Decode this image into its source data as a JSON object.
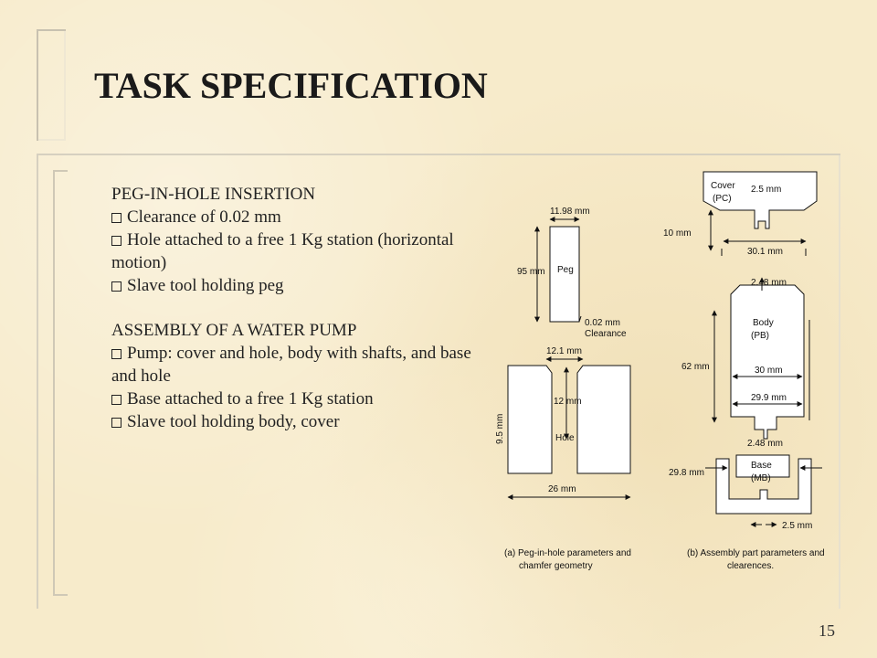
{
  "slide": {
    "title": "TASK SPECIFICATION",
    "page_number": "15"
  },
  "peg_section": {
    "heading": "PEG-IN-HOLE INSERTION",
    "bullets": [
      "Clearance of 0.02 mm",
      "Hole attached to a free 1 Kg station (horizontal motion)",
      "Slave tool holding peg"
    ]
  },
  "pump_section": {
    "heading": "ASSEMBLY OF A WATER PUMP",
    "bullets": [
      "Pump: cover and hole, body with shafts, and base and hole",
      "Base attached to a free 1 Kg station",
      "Slave tool holding body, cover"
    ]
  },
  "figure_a": {
    "peg_label": "Peg",
    "peg_width": "11.98 mm",
    "peg_height": "95 mm",
    "clearance": "0.02 mm",
    "clearance_label": "Clearance",
    "hole_label": "Hole",
    "hole_gap": "12.1 mm",
    "hole_inner": "12 mm",
    "hole_depth": "9.5 mm",
    "hole_width": "26 mm",
    "caption_line1": "(a) Peg-in-hole parameters and",
    "caption_line2": "chamfer geometry"
  },
  "figure_b": {
    "cover_label": "Cover",
    "cover_code": "(PC)",
    "cover_top": "2.5 mm",
    "cover_height": "10 mm",
    "cover_width": "30.1 mm",
    "body_top": "2.48 mm",
    "body_label": "Body",
    "body_code": "(PB)",
    "body_height": "62 mm",
    "body_width1": "30 mm",
    "body_width2": "29.9 mm",
    "body_bottom": "2.48 mm",
    "base_label": "Base",
    "base_code": "(MB)",
    "base_width": "29.8 mm",
    "base_bottom": "2.5 mm",
    "caption_line1": "(b) Assembly part parameters and",
    "caption_line2": "clearences."
  }
}
